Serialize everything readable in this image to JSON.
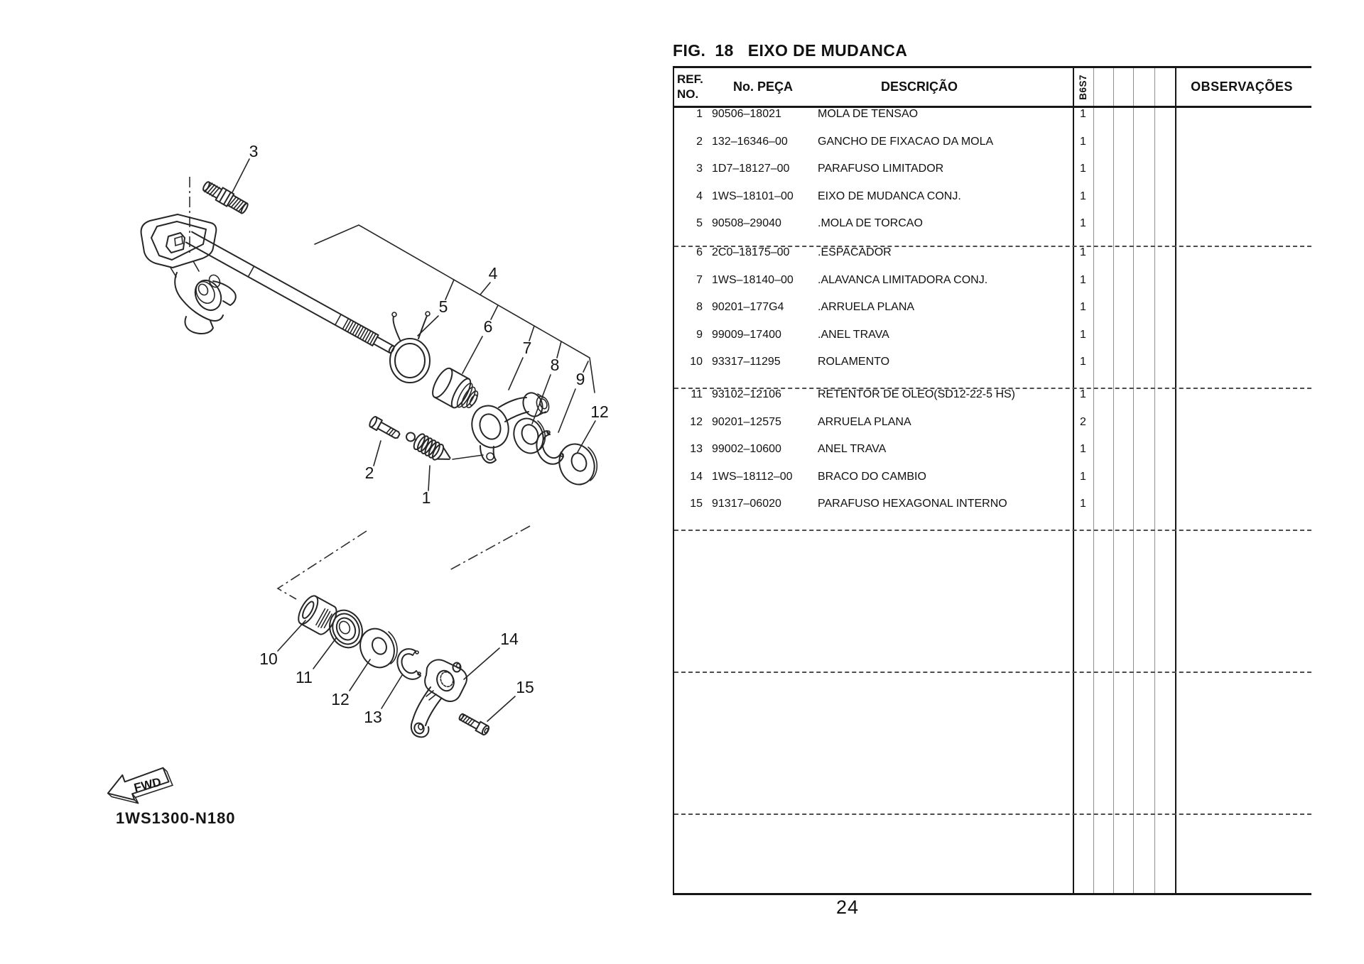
{
  "page": {
    "title": {
      "fig": "FIG.",
      "number": "18",
      "name": "EIXO DE MUDANCA"
    },
    "page_number": "24"
  },
  "diagram": {
    "drawing_code": "1WS1300-N180",
    "fwd_label": "FWD",
    "callouts": {
      "n1": "1",
      "n2": "2",
      "n3": "3",
      "n4": "4",
      "n5": "5",
      "n6": "6",
      "n7": "7",
      "n8": "8",
      "n9": "9",
      "n10": "10",
      "n11": "11",
      "n12": "12",
      "n12b": "12",
      "n13": "13",
      "n14": "14",
      "n15": "15"
    }
  },
  "table": {
    "headers": {
      "ref_line1": "REF.",
      "ref_line2": "NO.",
      "part": "No. PEÇA",
      "desc": "DESCRIÇÃO",
      "model_code": "B6S7",
      "obs": "OBSERVAÇÕES"
    },
    "rows": [
      {
        "ref": "1",
        "part": "90506–18021",
        "desc": "MOLA DE TENSAO",
        "qty": "1"
      },
      {
        "ref": "2",
        "part": "132–16346–00",
        "desc": "GANCHO DE FIXACAO DA MOLA",
        "qty": "1"
      },
      {
        "ref": "3",
        "part": "1D7–18127–00",
        "desc": "PARAFUSO LIMITADOR",
        "qty": "1"
      },
      {
        "ref": "4",
        "part": "1WS–18101–00",
        "desc": "EIXO DE MUDANCA CONJ.",
        "qty": "1"
      },
      {
        "ref": "5",
        "part": "90508–29040",
        "desc": ".MOLA DE TORCAO",
        "qty": "1"
      },
      {
        "ref": "6",
        "part": "2C0–18175–00",
        "desc": ".ESPACADOR",
        "qty": "1"
      },
      {
        "ref": "7",
        "part": "1WS–18140–00",
        "desc": ".ALAVANCA LIMITADORA CONJ.",
        "qty": "1"
      },
      {
        "ref": "8",
        "part": "90201–177G4",
        "desc": ".ARRUELA PLANA",
        "qty": "1"
      },
      {
        "ref": "9",
        "part": "99009–17400",
        "desc": ".ANEL TRAVA",
        "qty": "1"
      },
      {
        "ref": "10",
        "part": "93317–11295",
        "desc": "ROLAMENTO",
        "qty": "1"
      },
      {
        "ref": "11",
        "part": "93102–12106",
        "desc": "RETENTOR DE OLEO(SD12-22-5 HS)",
        "qty": "1"
      },
      {
        "ref": "12",
        "part": "90201–12575",
        "desc": "ARRUELA PLANA",
        "qty": "2"
      },
      {
        "ref": "13",
        "part": "99002–10600",
        "desc": "ANEL TRAVA",
        "qty": "1"
      },
      {
        "ref": "14",
        "part": "1WS–18112–00",
        "desc": "BRACO DO CAMBIO",
        "qty": "1"
      },
      {
        "ref": "15",
        "part": "91317–06020",
        "desc": "PARAFUSO HEXAGONAL INTERNO",
        "qty": "1"
      }
    ]
  }
}
